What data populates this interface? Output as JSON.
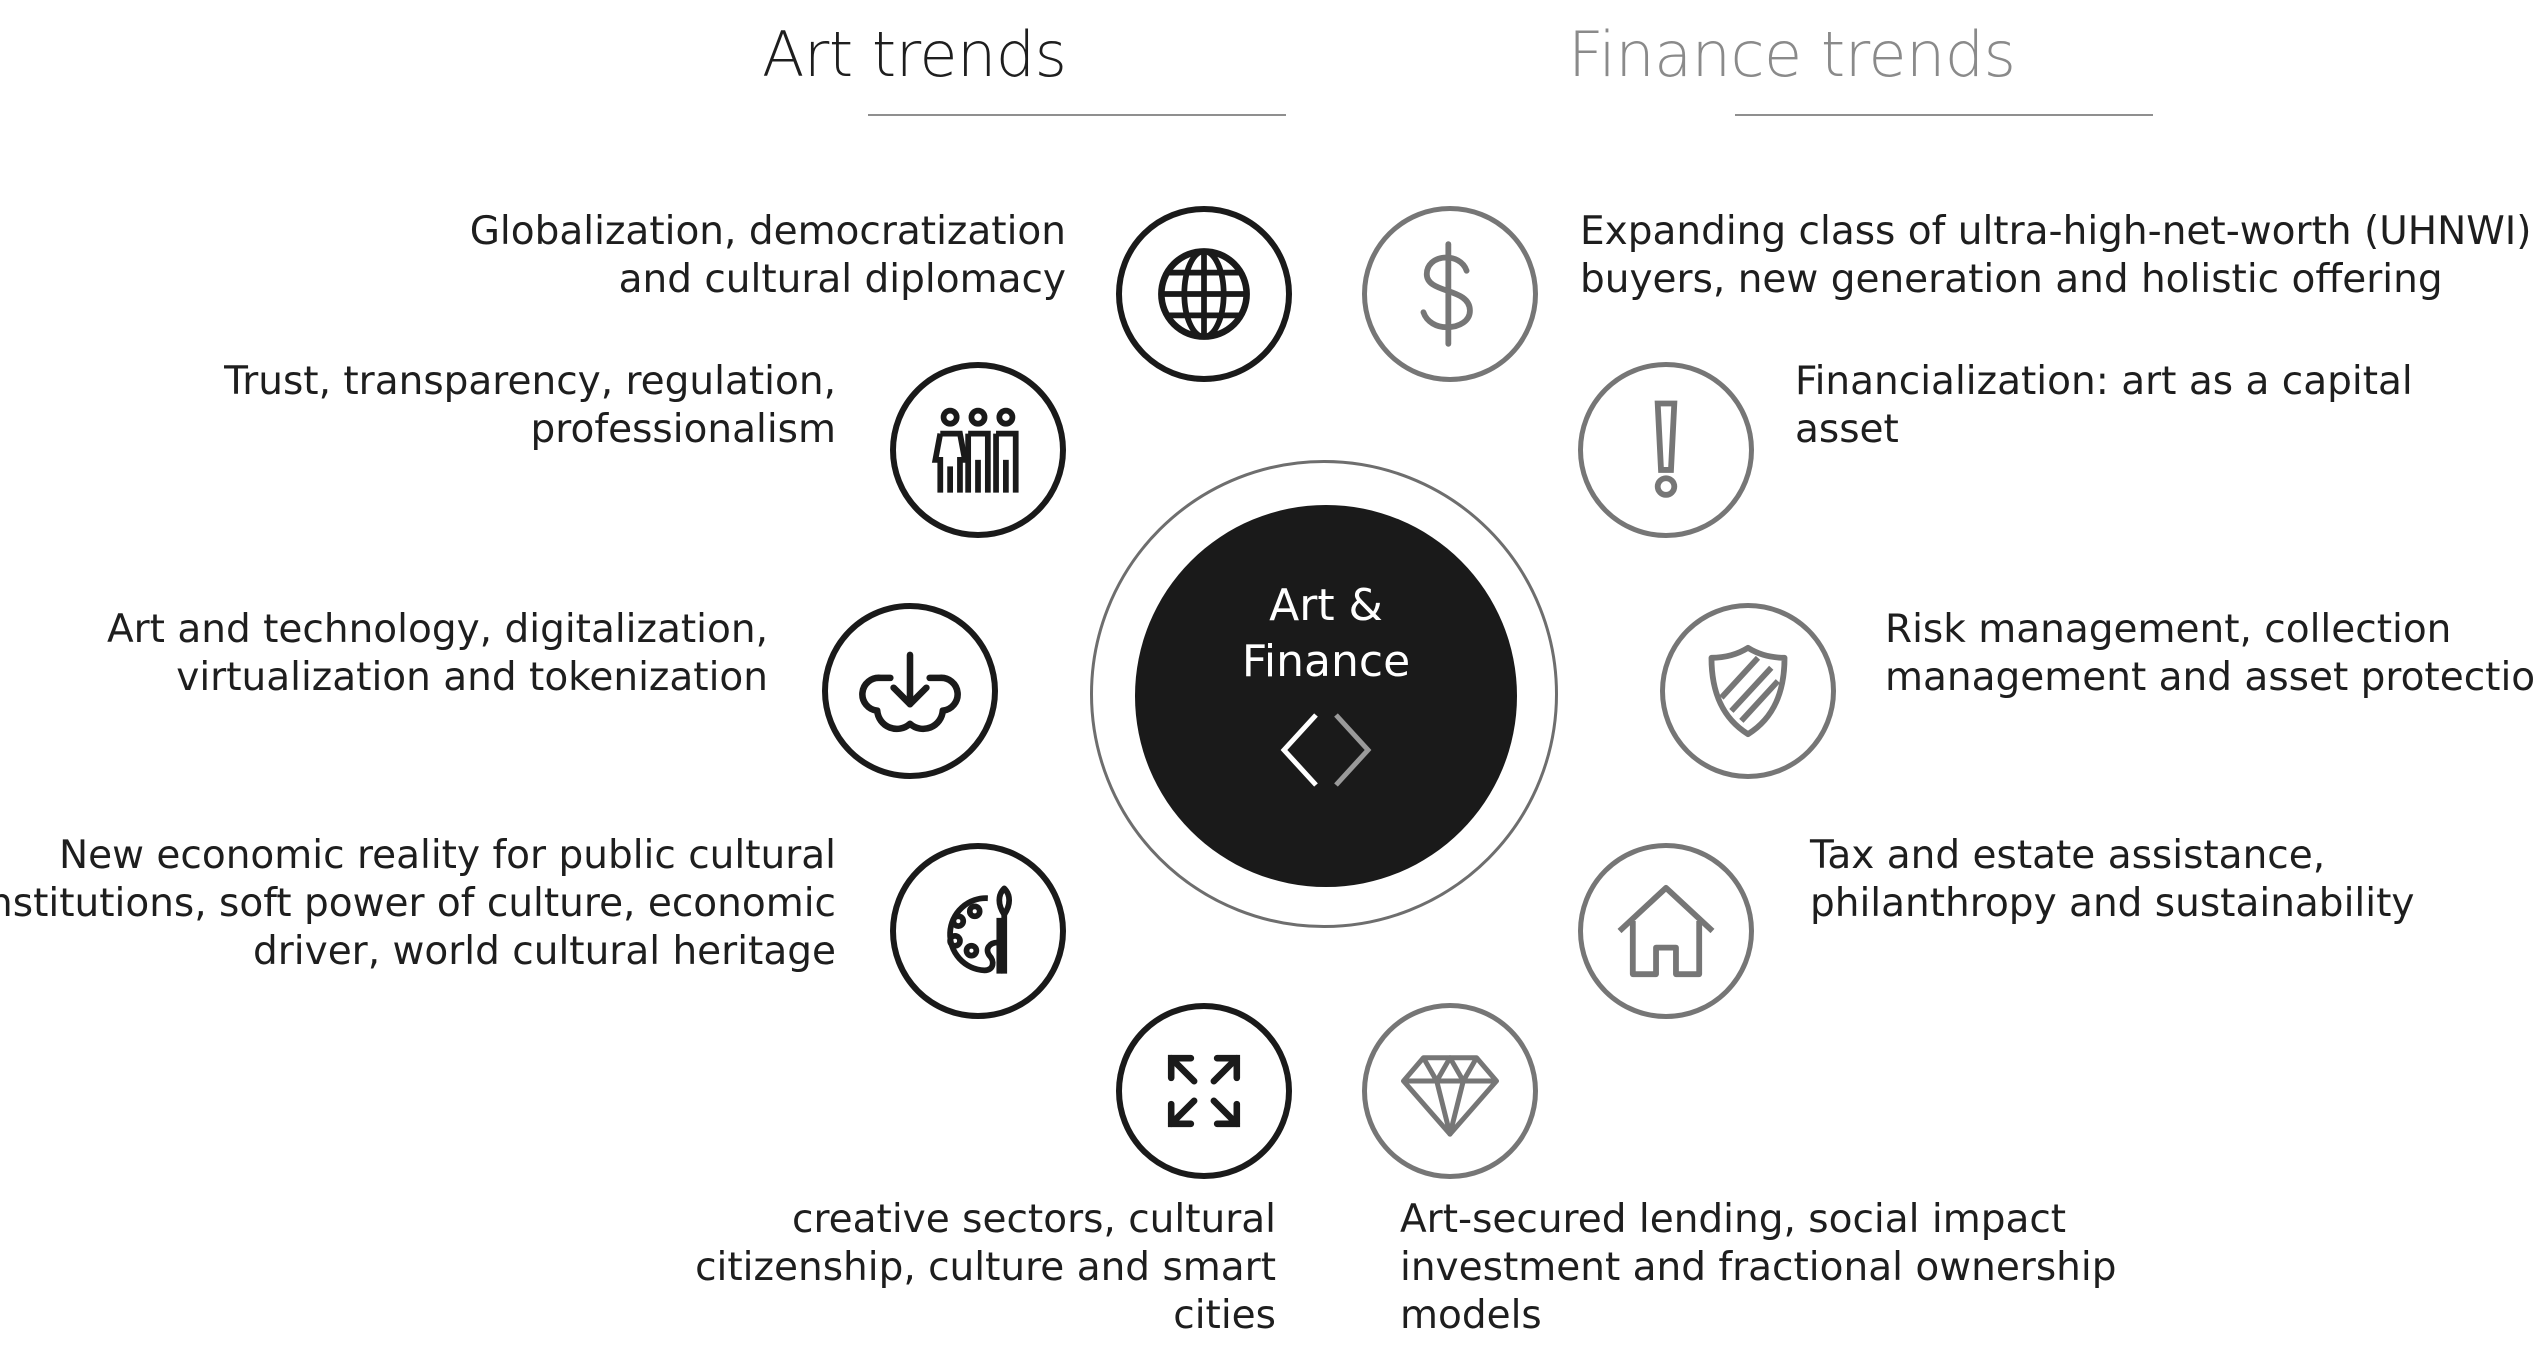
{
  "headings": {
    "art": "Art trends",
    "finance": "Finance trends"
  },
  "center": {
    "line1": "Art &",
    "line2": "Finance",
    "icon": "angle-brackets-icon"
  },
  "art_trends": [
    {
      "icon": "globe-icon",
      "lines": [
        "Globalization, democratization",
        "and cultural diplomacy"
      ]
    },
    {
      "icon": "people-group-icon",
      "lines": [
        "Trust, transparency, regulation,",
        "professionalism"
      ]
    },
    {
      "icon": "cloud-download-icon",
      "lines": [
        "Art and technology, digitalization,",
        "virtualization and tokenization"
      ]
    },
    {
      "icon": "palette-icon",
      "lines": [
        "New economic reality for public cultural",
        "institutions, soft power of culture, economic",
        "driver, world cultural heritage"
      ]
    },
    {
      "icon": "expand-arrows-icon",
      "lines": [
        "creative sectors, cultural",
        "citizenship, culture and smart",
        "cities"
      ]
    }
  ],
  "finance_trends": [
    {
      "icon": "dollar-icon",
      "lines": [
        "Expanding class of ultra-high-net-worth (UHNWI)",
        "buyers, new generation and holistic offering"
      ]
    },
    {
      "icon": "exclamation-icon",
      "lines": [
        "Financialization: art as a capital",
        "asset"
      ]
    },
    {
      "icon": "shield-icon",
      "lines": [
        "Risk management, collection",
        "management and asset protection"
      ]
    },
    {
      "icon": "house-icon",
      "lines": [
        "Tax and estate assistance,",
        "philanthropy and sustainability"
      ]
    },
    {
      "icon": "diamond-icon",
      "lines": [
        "Art-secured lending, social impact",
        "investment and fractional ownership",
        "models"
      ]
    }
  ],
  "colors": {
    "art_stroke": "#1a1a1a",
    "finance_stroke": "#767676",
    "finance_heading": "#8a8a8a",
    "center_fill": "#1a1a1a"
  }
}
